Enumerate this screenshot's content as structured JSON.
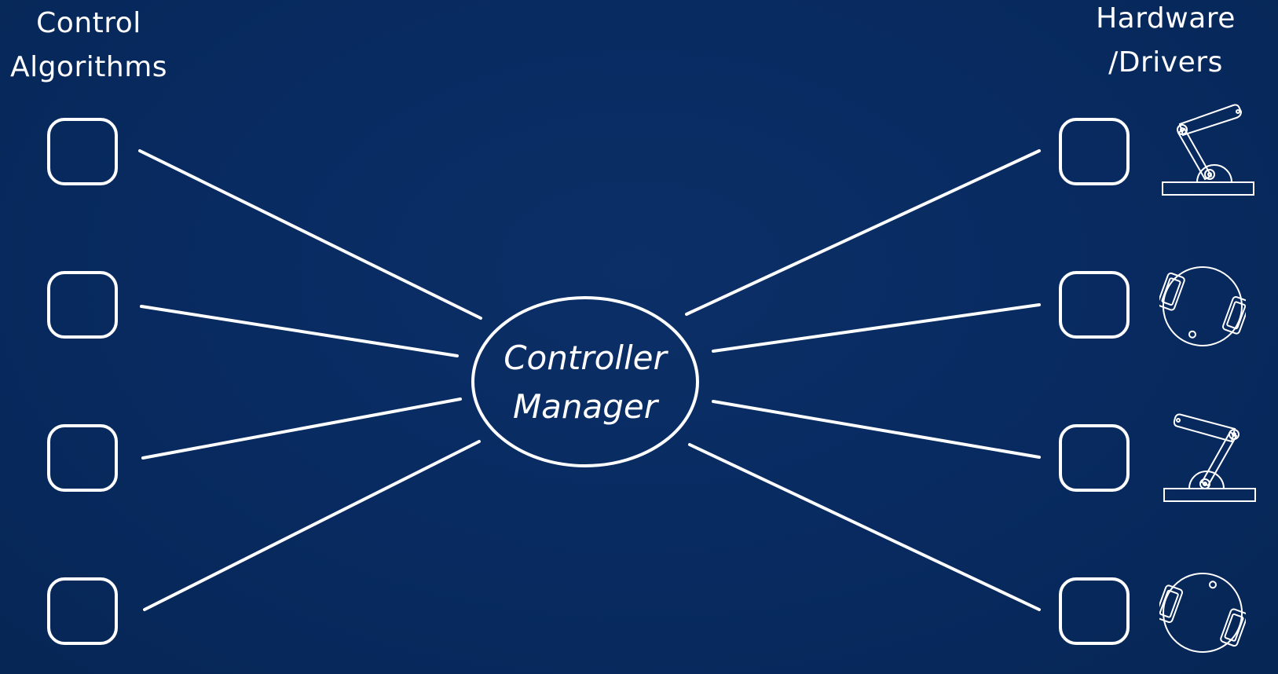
{
  "left_column": {
    "heading_line1": "Control",
    "heading_line2": "Algorithms",
    "node_count": 4
  },
  "right_column": {
    "heading_line1": "Hardware",
    "heading_line2": "/Drivers",
    "node_count": 4,
    "icons": [
      "robot-arm-icon",
      "mobile-robot-icon",
      "robot-arm-icon",
      "mobile-robot-icon"
    ]
  },
  "hub": {
    "label_line1": "Controller",
    "label_line2": "Manager"
  },
  "colors": {
    "background": "#082b62",
    "foreground": "#ffffff"
  }
}
